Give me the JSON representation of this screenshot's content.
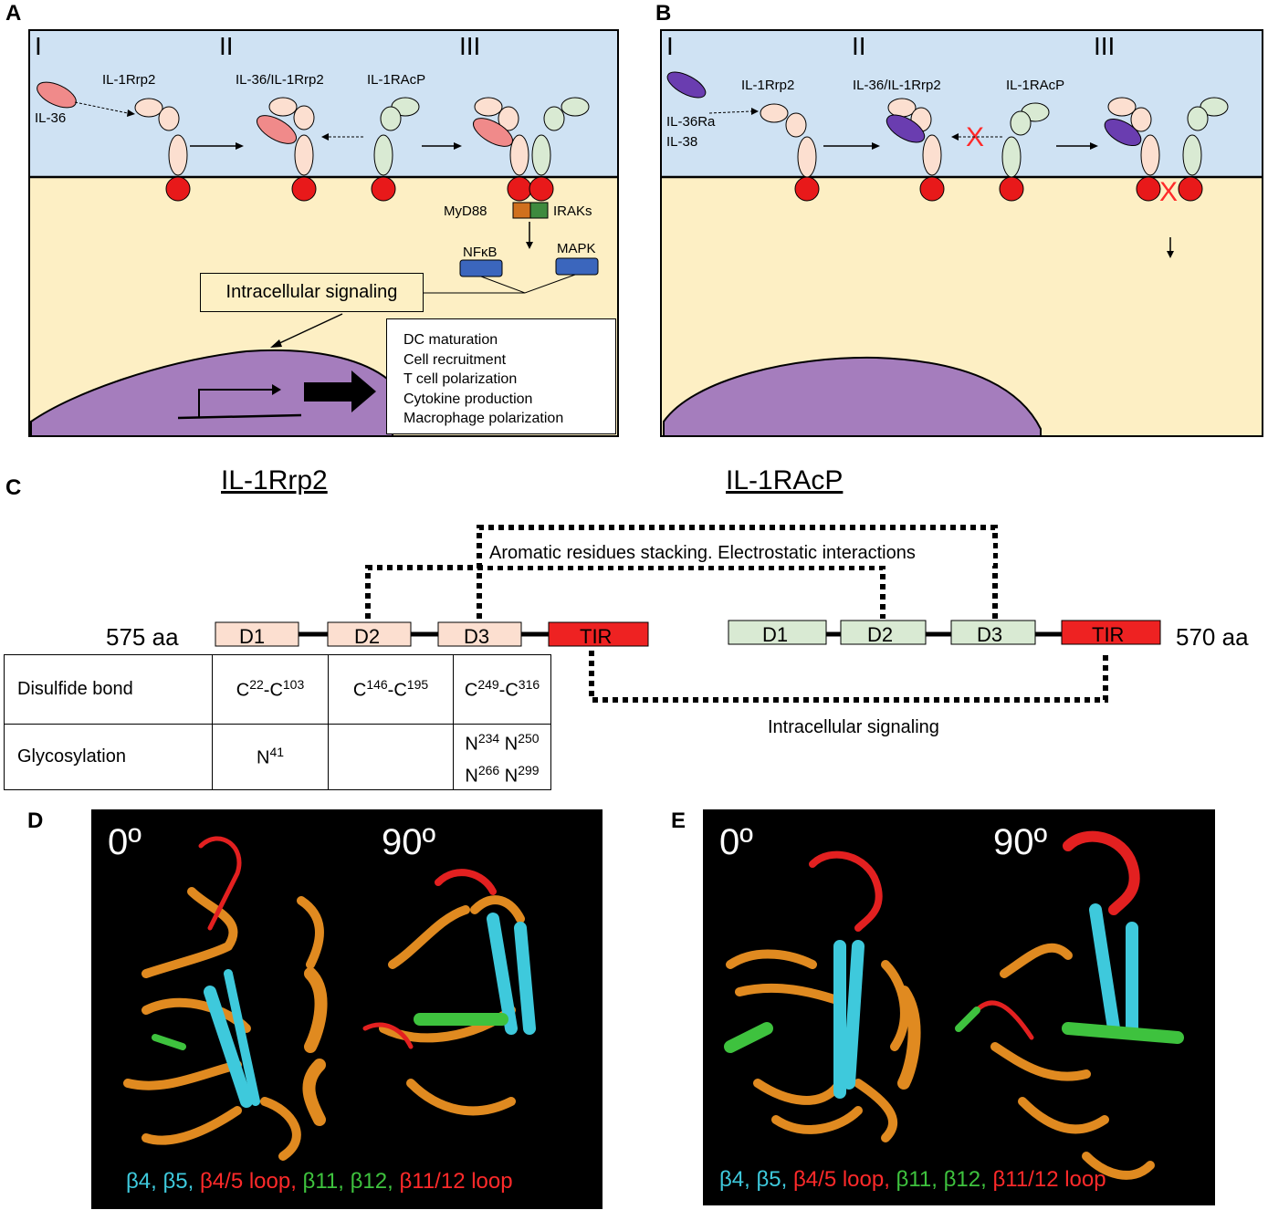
{
  "panels": {
    "a": {
      "letter": "A",
      "stages": [
        "I",
        "II",
        "III"
      ],
      "labels": {
        "ligand": "IL-36",
        "receptor": "IL-1Rrp2",
        "complex": "IL-36/IL-1Rrp2",
        "coreceptor": "IL-1RAcP",
        "myd88": "MyD88",
        "iraks": "IRAKs",
        "nfkb": "NFκB",
        "mapk": "MAPK"
      },
      "signaling_box": "Intracellular signaling",
      "outcomes": [
        "DC maturation",
        "Cell recruitment",
        "T cell polarization",
        "Cytokine production",
        "Macrophage polarization"
      ]
    },
    "b": {
      "letter": "B",
      "stages": [
        "I",
        "II",
        "III"
      ],
      "labels": {
        "antagonist1": "IL-36Ra",
        "antagonist2": "IL-38",
        "receptor": "IL-1Rrp2",
        "complex": "IL-36/IL-1Rrp2",
        "coreceptor": "IL-1RAcP"
      },
      "block_mark": "X"
    },
    "c": {
      "letter": "C",
      "left_title": "IL-1Rrp2",
      "right_title": "IL-1RAcP",
      "left_length": "575 aa",
      "right_length": "570 aa",
      "left_domains": [
        "D1",
        "D2",
        "D3",
        "TIR"
      ],
      "right_domains": [
        "D1",
        "D2",
        "D3",
        "TIR"
      ],
      "top_interaction": "Aromatic residues stacking. Electrostatic interactions",
      "bottom_interaction": "Intracellular signaling",
      "table": {
        "rows": [
          {
            "name": "Disulfide bond",
            "d1": [
              [
                "C",
                "22"
              ],
              [
                "-C",
                "103"
              ]
            ],
            "d2": [
              [
                "C",
                "146"
              ],
              [
                "-C",
                "195"
              ]
            ],
            "d3": [
              [
                "C",
                "249"
              ],
              [
                "-C",
                "316"
              ]
            ]
          },
          {
            "name": "Glycosylation",
            "d1": [
              [
                "N",
                "41"
              ]
            ],
            "d2": [],
            "d3_line1": [
              [
                "N",
                "234"
              ],
              [
                " N",
                "250"
              ]
            ],
            "d3_line2": [
              [
                "N",
                "266"
              ],
              [
                " N",
                "299"
              ]
            ]
          }
        ]
      }
    },
    "d": {
      "letter": "D",
      "angles": [
        "0º",
        "90º"
      ]
    },
    "e": {
      "letter": "E",
      "angles": [
        "0º",
        "90º"
      ]
    }
  },
  "caption_parts": [
    {
      "text": "β4, ",
      "color": "cyan"
    },
    {
      "text": "β5, ",
      "color": "cyan"
    },
    {
      "text": "β4/5 loop, ",
      "color": "red"
    },
    {
      "text": "β11, ",
      "color": "green"
    },
    {
      "text": "β12, ",
      "color": "green"
    },
    {
      "text": "β11/12 loop",
      "color": "red"
    }
  ],
  "colors": {
    "extracellular": "#cfe2f3",
    "cytoplasm": "#fdefc4",
    "nucleus": "#a57dbd",
    "il1rrp2": "#fcdfd0",
    "il1racp": "#d9ead3",
    "tir": "#ee2222",
    "ligand": "#f08a8a",
    "antagonist": "#6a3db0",
    "nf_box": "#3b66bd",
    "myd88": "#d0701d",
    "irak": "#3e8a3e",
    "helix": "#e08a20",
    "beta": "#3ec9dc",
    "loop_red": "#e32020",
    "beta_green": "#3ec23e"
  }
}
